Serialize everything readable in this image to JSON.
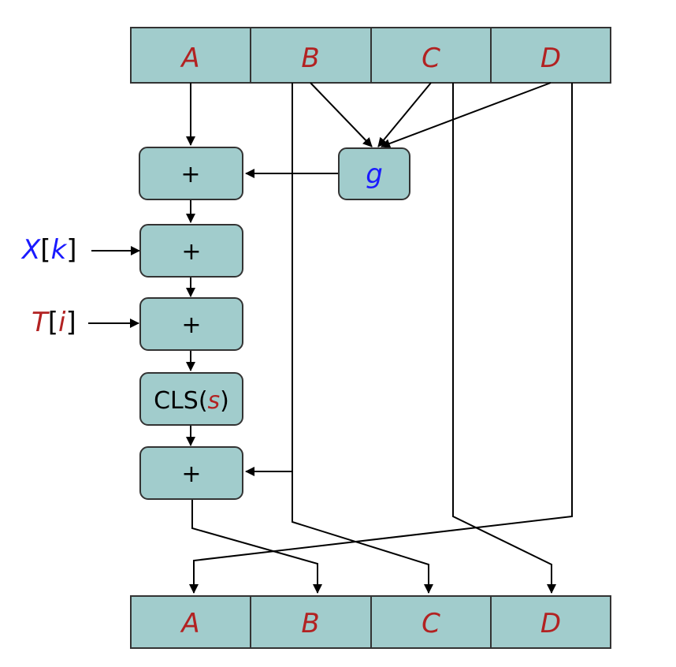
{
  "colors": {
    "box_fill": "#a1cccc",
    "box_stroke": "#333333",
    "var_red": "#b22222",
    "var_blue": "#1a1aff",
    "wire": "#000000"
  },
  "input_registers": [
    "A",
    "B",
    "C",
    "D"
  ],
  "output_registers": [
    "A",
    "B",
    "C",
    "D"
  ],
  "function_box": {
    "label": "g"
  },
  "adders": {
    "label": "+"
  },
  "shift_box": {
    "prefix": "CLS(",
    "var": "s",
    "suffix": ")"
  },
  "message_input": {
    "name": "X",
    "open": "[",
    "index": "k",
    "close": "]"
  },
  "constant_input": {
    "name": "T",
    "open": "[",
    "index": "i",
    "close": "]"
  }
}
